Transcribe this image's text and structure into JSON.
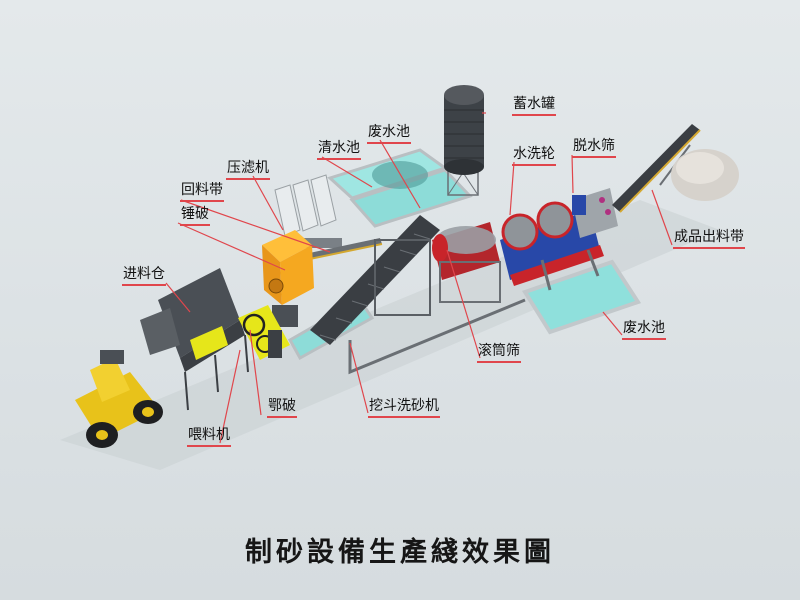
{
  "title": "制砂設備生產綫效果圖",
  "colors": {
    "background": "#dde3e6",
    "leader_line": "#e0464c",
    "loader_yellow": "#e8c21a",
    "hammer_crusher_orange": "#f2a51c",
    "jaw_crusher_yellow": "#e6e61a",
    "water_pool": "#8fe0dc",
    "steel_dark": "#4a4f55",
    "drum_red": "#c8242a",
    "wheel_blue": "#2848a8"
  },
  "labels": {
    "feed_hopper": "进料仓",
    "feeder": "喂料机",
    "jaw_crusher": "鄂破",
    "hammer_crusher": "锤破",
    "return_belt": "回料带",
    "filter_press": "压滤机",
    "clean_water_pool": "清水池",
    "waste_water_pool_top": "废水池",
    "storage_tank": "蓄水罐",
    "washing_wheel": "水洗轮",
    "dewatering_screen": "脱水筛",
    "product_belt": "成品出料带",
    "waste_water_pool_right": "废水池",
    "drum_screen": "滚筒筛",
    "bucket_sand_washer": "挖斗洗砂机"
  }
}
